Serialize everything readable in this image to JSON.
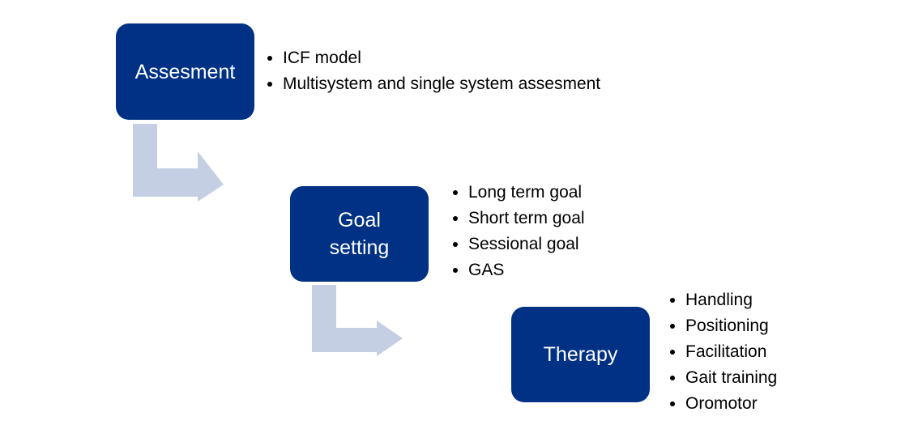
{
  "colors": {
    "box_fill": "#003184",
    "arrow_fill": "#c4cfe3",
    "text": "#000000"
  },
  "steps": [
    {
      "title_lines": [
        "Assesment"
      ],
      "bullets": [
        "ICF model",
        "Multisystem and single system assesment"
      ]
    },
    {
      "title_lines": [
        "Goal",
        "setting"
      ],
      "bullets": [
        "Long term goal",
        "Short term goal",
        "Sessional goal",
        "GAS"
      ]
    },
    {
      "title_lines": [
        "Therapy"
      ],
      "bullets": [
        "Handling",
        "Positioning",
        "Facilitation",
        "Gait training",
        "Oromotor"
      ]
    }
  ]
}
